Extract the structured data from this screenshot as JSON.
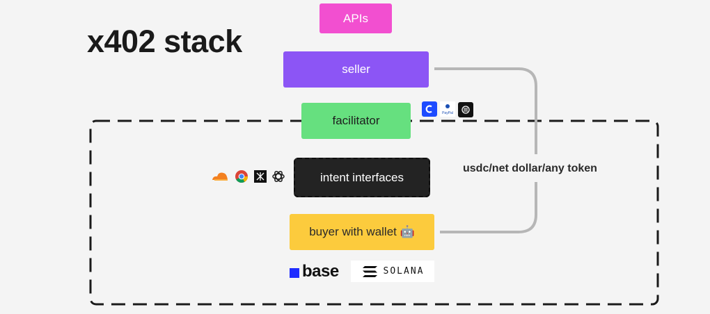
{
  "title": "x402 stack",
  "nodes": {
    "apis": "APIs",
    "seller": "seller",
    "facilitator": "facilitator",
    "intent": "intent interfaces",
    "buyer": "buyer with wallet 🤖"
  },
  "edge_label": "usdc/net dollar/any token",
  "logos": {
    "base": "base",
    "solana": "SOLANA",
    "paypal": "PayPal"
  },
  "colors": {
    "apis": "#f24fd0",
    "seller": "#8c55f5",
    "facilitator": "#66e07f",
    "intent": "#232323",
    "buyer": "#fccb3d",
    "connector": "#b6b6b6"
  },
  "icons": [
    "cloudflare-icon",
    "chrome-icon",
    "agent-icon",
    "openai-icon",
    "coinbase-icon",
    "paypal-icon",
    "custom-icon"
  ]
}
